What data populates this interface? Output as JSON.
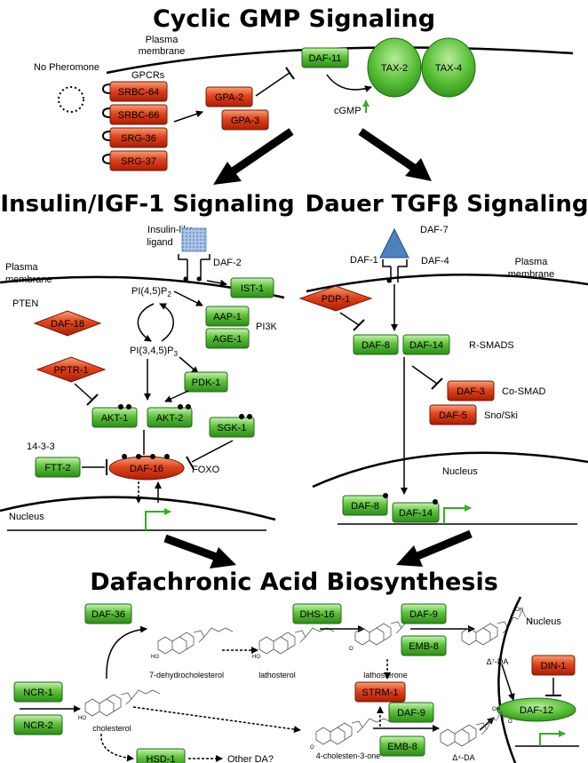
{
  "sections": {
    "cgmp": "Cyclic GMP Signaling",
    "insulin": "Insulin/IGF-1 Signaling",
    "tgfb": "Dauer TGFβ Signaling",
    "da": "Dafachronic Acid Biosynthesis"
  },
  "labels": {
    "plasma_membrane": "Plasma membrane",
    "plasma": "Plasma",
    "membrane": "membrane",
    "no_pheromone": "No Pheromone",
    "gpcrs": "GPCRs",
    "cgmp": "cGMP",
    "insulin_like": "Insulin-like",
    "ligand": "ligand",
    "pten": "PTEN",
    "pi3k": "PI3K",
    "pip2": "PI(4,5)P",
    "pip2_sub": "2",
    "pip3": "PI(3,4,5)P",
    "pip3_sub": "3",
    "p1433": "14-3-3",
    "foxo": "FOXO",
    "nucleus": "Nucleus",
    "rsmads": "R-SMADS",
    "cosmad": "Co-SMAD",
    "snoski": "Sno/Ski",
    "dehydro": "7-dehydrocholesterol",
    "lathosterol": "lathosterol",
    "lathosterone": "lathosterone",
    "d7da": "Δ⁷-DA",
    "cholesterol": "cholesterol",
    "cholesten": "4-cholesten-3-one",
    "d4da": "Δ⁴-DA",
    "other_da": "Other DA?",
    "oh": "OH",
    "o": "O",
    "ho": "HO"
  },
  "proteins": {
    "daf11": "DAF-11",
    "tax2": "TAX-2",
    "tax4": "TAX-4",
    "srbc64": "SRBC-64",
    "srbc66": "SRBC-66",
    "srg36": "SRG-36",
    "srg37": "SRG-37",
    "gpa2": "GPA-2",
    "gpa3": "GPA-3",
    "daf2": "DAF-2",
    "ist1": "IST-1",
    "daf18": "DAF-18",
    "aap1": "AAP-1",
    "age1": "AGE-1",
    "pptr1": "PPTR-1",
    "pdk1": "PDK-1",
    "akt1": "AKT-1",
    "akt2": "AKT-2",
    "sgk1": "SGK-1",
    "ftt2": "FTT-2",
    "daf16": "DAF-16",
    "daf7": "DAF-7",
    "daf1": "DAF-1",
    "daf4": "DAF-4",
    "pdp1": "PDP-1",
    "daf8": "DAF-8",
    "daf14": "DAF-14",
    "daf3": "DAF-3",
    "daf5": "DAF-5",
    "daf8n": "DAF-8",
    "daf14n": "DAF-14",
    "daf36": "DAF-36",
    "dhs16": "DHS-16",
    "daf9a": "DAF-9",
    "emb8a": "EMB-8",
    "ncr1": "NCR-1",
    "ncr2": "NCR-2",
    "strm1": "STRM-1",
    "daf9b": "DAF-9",
    "emb8b": "EMB-8",
    "hsd1": "HSD-1",
    "din1": "DIN-1",
    "daf12": "DAF-12"
  },
  "colors": {
    "green": "#3fae2a",
    "red": "#d62810",
    "ligand_blue": "#4f81bd"
  }
}
